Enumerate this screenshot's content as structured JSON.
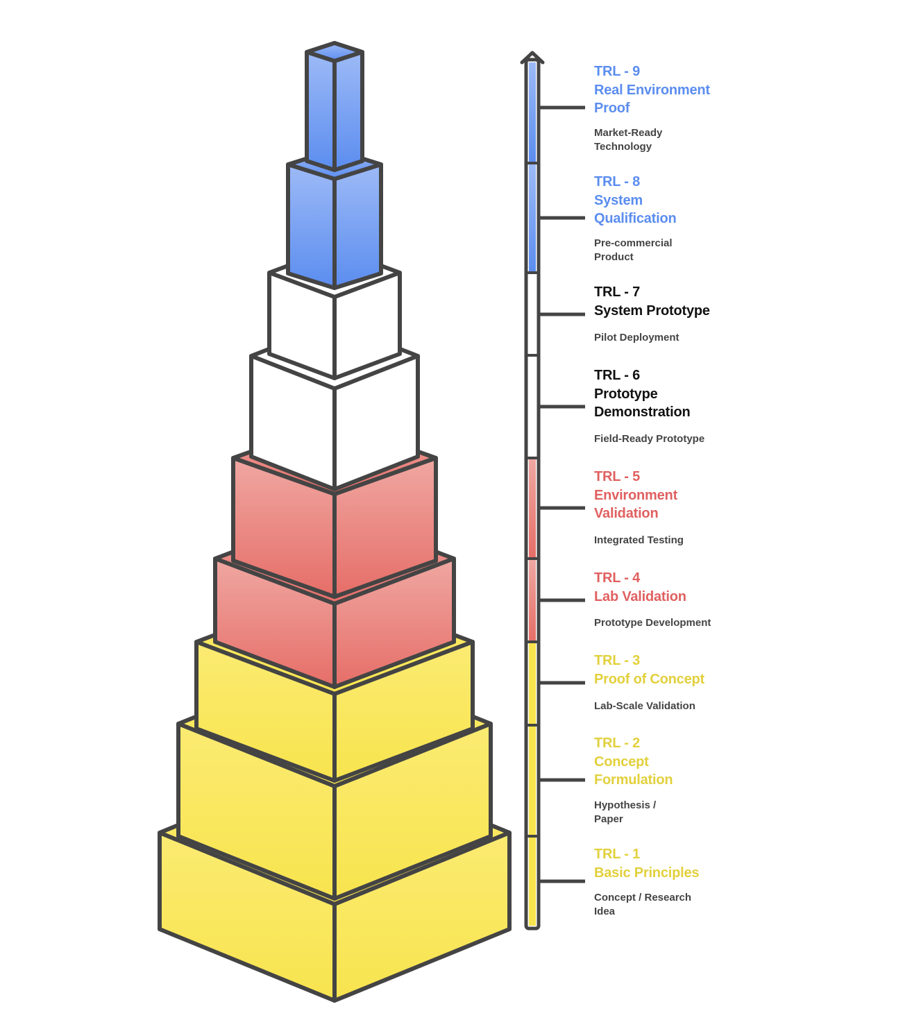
{
  "colors": {
    "blue": "#5b8def",
    "white": "#ffffff",
    "red": "#e26a66",
    "yellow": "#f9e650",
    "stroke": "#444444",
    "text_blue": "#5b8def",
    "text_black": "#111111",
    "text_red": "#e06060",
    "text_yellow": "#e2d03c"
  },
  "levels": [
    {
      "id": "trl-9",
      "title": [
        "TRL - 9",
        "Real Environment",
        "Proof"
      ],
      "subtitle": [
        "Market-Ready",
        "Technology"
      ],
      "group": "blue"
    },
    {
      "id": "trl-8",
      "title": [
        "TRL - 8",
        "System",
        "Qualification"
      ],
      "subtitle": [
        "Pre-commercial",
        "Product"
      ],
      "group": "blue"
    },
    {
      "id": "trl-7",
      "title": [
        "TRL - 7",
        "System Prototype"
      ],
      "subtitle": [
        "Pilot Deployment"
      ],
      "group": "black"
    },
    {
      "id": "trl-6",
      "title": [
        "TRL - 6",
        "Prototype",
        "Demonstration"
      ],
      "subtitle": [
        "Field-Ready Prototype"
      ],
      "group": "black"
    },
    {
      "id": "trl-5",
      "title": [
        "TRL - 5",
        "Environment",
        "Validation"
      ],
      "subtitle": [
        "Integrated Testing"
      ],
      "group": "red"
    },
    {
      "id": "trl-4",
      "title": [
        "TRL - 4",
        "Lab Validation"
      ],
      "subtitle": [
        "Prototype Development"
      ],
      "group": "red"
    },
    {
      "id": "trl-3",
      "title": [
        "TRL - 3",
        "Proof of Concept"
      ],
      "subtitle": [
        "Lab-Scale Validation"
      ],
      "group": "yellow"
    },
    {
      "id": "trl-2",
      "title": [
        "TRL - 2",
        "Concept",
        "Formulation"
      ],
      "subtitle": [
        "Hypothesis /",
        "Paper"
      ],
      "group": "yellow"
    },
    {
      "id": "trl-1",
      "title": [
        "TRL - 1",
        "Basic Principles"
      ],
      "subtitle": [
        "Concept / Research",
        "Idea"
      ],
      "group": "yellow"
    }
  ]
}
